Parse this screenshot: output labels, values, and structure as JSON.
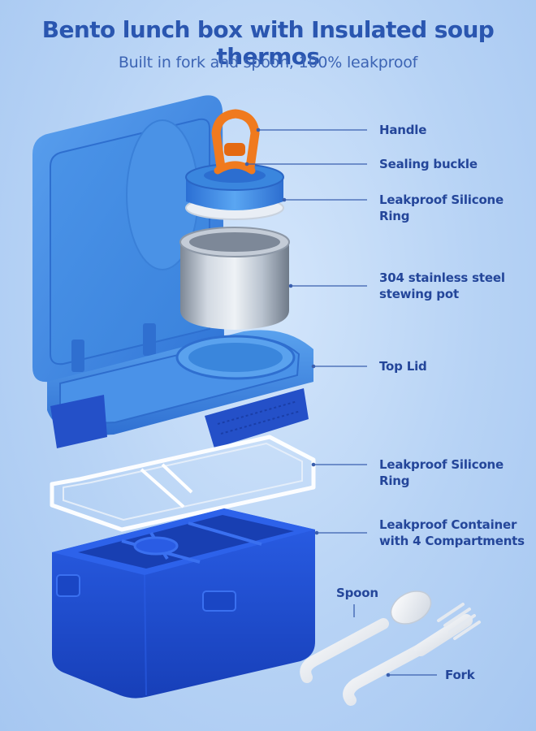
{
  "header": {
    "title": "Bento lunch box with Insulated soup thermos",
    "subtitle": "Built in fork and spoon, 100% leakproof"
  },
  "labels": {
    "handle": "Handle",
    "sealing_buckle": "Sealing buckle",
    "ring_top": "Leakproof Silicone Ring",
    "pot_line1": "304 stainless steel",
    "pot_line2": "stewing pot",
    "top_lid": "Top Lid",
    "ring_mid": "Leakproof Silicone Ring",
    "container_line1": "Leakproof Container",
    "container_line2": "with 4 Compartments",
    "spoon": "Spoon",
    "fork": "Fork"
  },
  "colors": {
    "lid_blue": "#3c87e2",
    "container_blue": "#1e4fd6",
    "latch_blue": "#2450c8",
    "handle_orange": "#f07a1e",
    "steel": "#a9b4c2",
    "leader_line": "#3a5fae",
    "label_text": "#24469a",
    "title_text": "#2a56b0"
  }
}
